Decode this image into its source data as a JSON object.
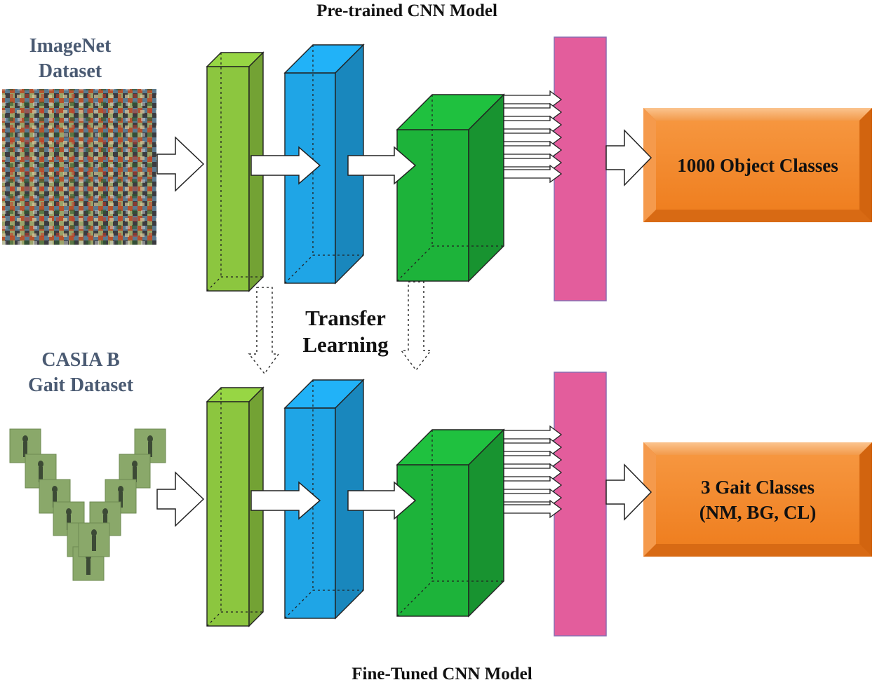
{
  "top_model_title": "Pre-trained CNN Model",
  "bottom_model_title": "Fine-Tuned CNN Model",
  "source_dataset": {
    "line1": "ImageNet",
    "line2": "Dataset"
  },
  "target_dataset": {
    "line1": "CASIA B",
    "line2": "Gait Dataset"
  },
  "transfer": {
    "line1": "Transfer",
    "line2": "Learning"
  },
  "top_output": {
    "line1": "1000 Object Classes"
  },
  "bottom_output": {
    "line1": "3 Gait Classes",
    "line2": "(NM, BG, CL)"
  },
  "colors": {
    "layer1": "#8cc63f",
    "layer2": "#1fa5e6",
    "layer3": "#1db33a",
    "fc": "#e35d9c",
    "output": "#f0852b",
    "dataset_label": "#4a5a72"
  }
}
